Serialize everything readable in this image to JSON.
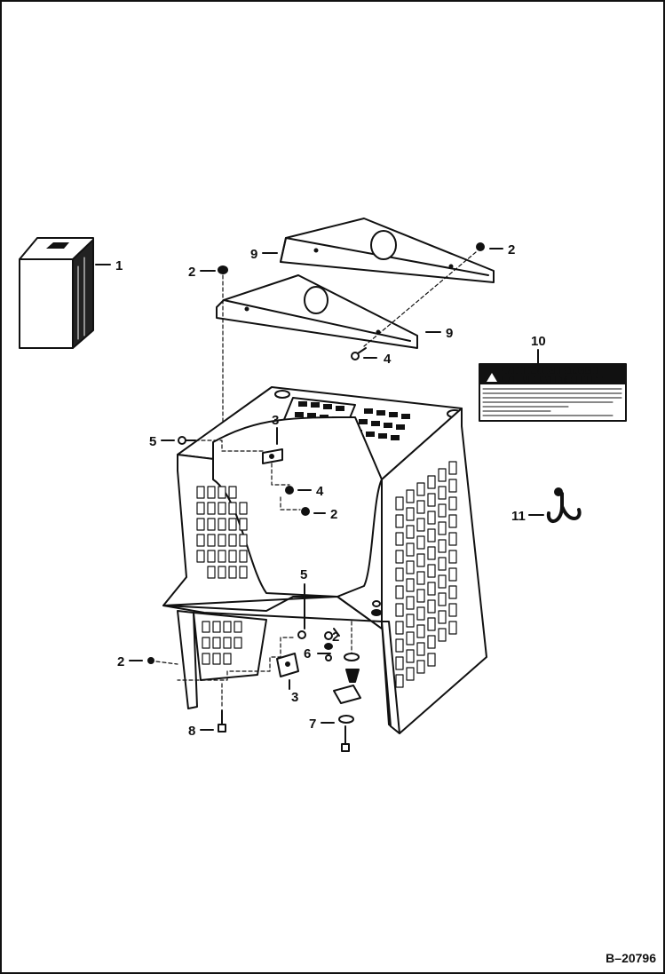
{
  "drawing_number": "B–20796",
  "callouts": {
    "c1": "1",
    "c2a": "2",
    "c2b": "2",
    "c2c": "2",
    "c2d": "2",
    "c2e": "2",
    "c3a": "3",
    "c3b": "3",
    "c4a": "4",
    "c4b": "4",
    "c5a": "5",
    "c5b": "5",
    "c6": "6",
    "c7": "7",
    "c8": "8",
    "c9a": "9",
    "c9b": "9",
    "c10": "10",
    "c11": "11"
  },
  "decal": {
    "line1": "WARNING AMONESTACION",
    "line2": "WARNUNG AVERTISSEMENT"
  },
  "icons": [
    "warning-triangle-icon",
    "lift-hook-icon"
  ]
}
